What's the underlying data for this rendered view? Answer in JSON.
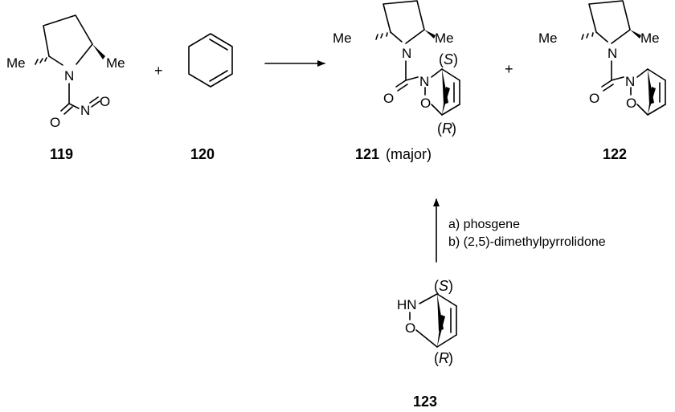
{
  "atoms": {
    "me": "Me",
    "n": "N",
    "o": "O",
    "hn": "HN",
    "s_open": "(",
    "s_close": ")",
    "s": "S",
    "r": "R"
  },
  "operators": {
    "plus": "+"
  },
  "compounds": {
    "c119": "119",
    "c120": "120",
    "c121": "121",
    "c121_note": "(major)",
    "c122": "122",
    "c123": "123"
  },
  "conditions": {
    "step_a": "a) phosgene",
    "step_b": "b) (2,5)-dimethylpyrrolidone"
  }
}
